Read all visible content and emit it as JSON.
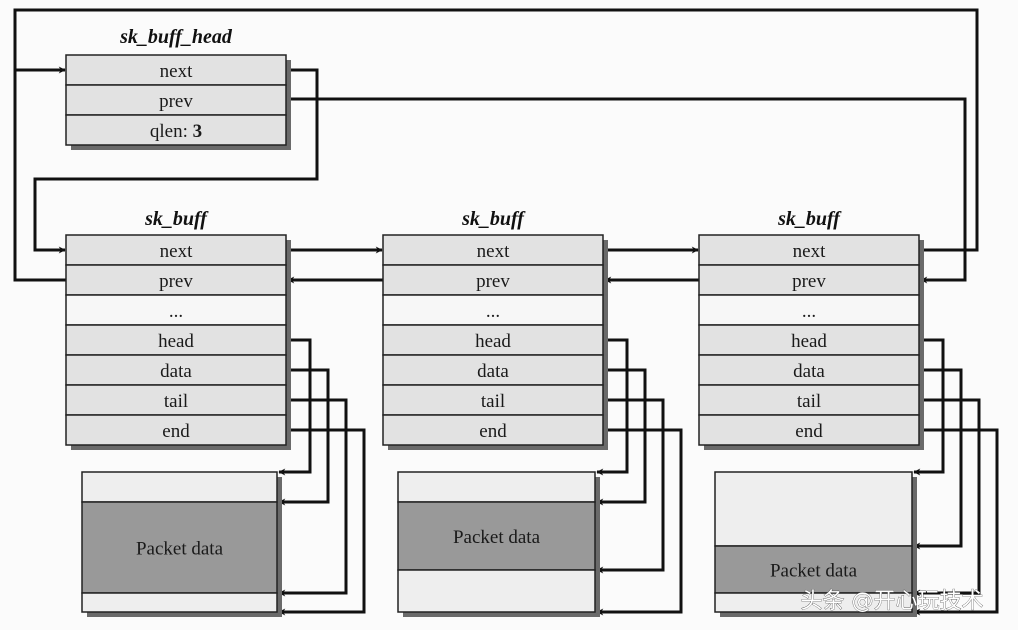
{
  "diagram": {
    "title_partial_top": "",
    "head_struct": {
      "title": "sk_buff_head",
      "fields": [
        "next",
        "prev"
      ],
      "qlen_label": "qlen:",
      "qlen_value": "3"
    },
    "buffers": [
      {
        "title": "sk_buff",
        "fields": [
          "next",
          "prev",
          "...",
          "head",
          "data",
          "tail",
          "end"
        ],
        "packet_label": "Packet data",
        "layout": "headroom-small"
      },
      {
        "title": "sk_buff",
        "fields": [
          "next",
          "prev",
          "...",
          "head",
          "data",
          "tail",
          "end"
        ],
        "packet_label": "Packet data",
        "layout": "tailroom-large"
      },
      {
        "title": "sk_buff",
        "fields": [
          "next",
          "prev",
          "...",
          "head",
          "data",
          "tail",
          "end"
        ],
        "packet_label": "Packet data",
        "layout": "headroom-large"
      }
    ],
    "colors": {
      "field_fill": "#e2e2e2",
      "empty_field_fill": "#f7f7f7",
      "shadow": "#6a6a6a",
      "packet_fill": "#999999",
      "room_fill": "#eeeeee",
      "line": "#111111"
    },
    "watermark": "头条 @开心玩技术"
  }
}
